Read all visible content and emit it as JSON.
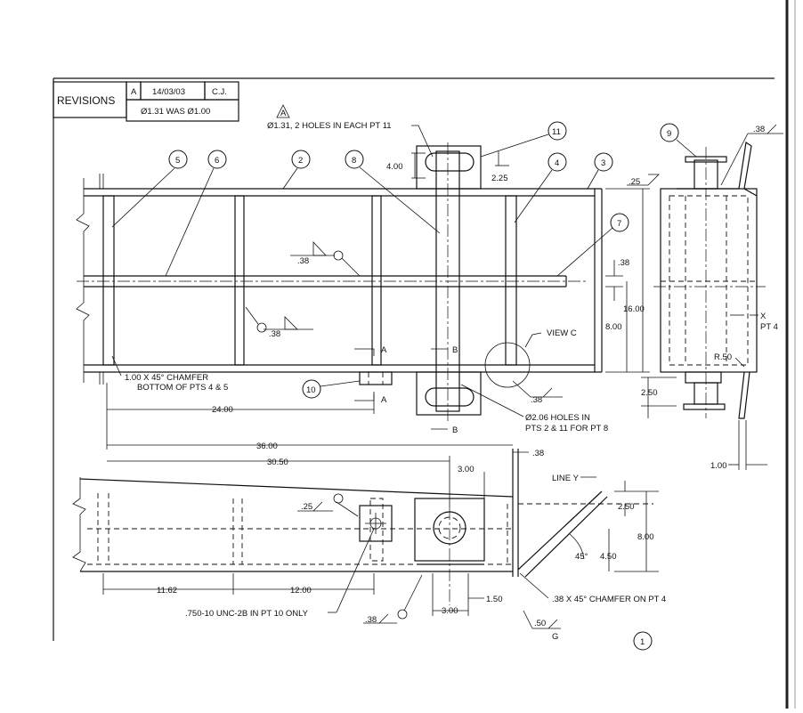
{
  "revisions": {
    "title": "REVISIONS",
    "letter": "A",
    "date": "14/03/03",
    "initials": "C.J.",
    "description": "Ø1.31 WAS Ø1.00"
  },
  "notes": {
    "rev_flag": "A",
    "holes_note": "Ø1.31, 2 HOLES IN EACH PT 11",
    "chamfer_note_1": "1.00 X 45° CHAMFER",
    "chamfer_note_2": "BOTTOM OF PTS  4 & 5",
    "holes206_1": "Ø2.06 HOLES IN",
    "holes206_2": "PTS 2 & 11 FOR PT 8",
    "view_c": "VIEW C",
    "thread": ".750-10 UNC-2B IN PT 10 ONLY",
    "chamfer_pt4": ".38 X 45° CHAMFER ON PT 4",
    "line_y": "LINE Y",
    "x_pt4_1": "X",
    "x_pt4_2": "PT 4",
    "radius": "R.50",
    "section_a": "A",
    "section_b": "B",
    "g_label": "G",
    "sheet_no": "1"
  },
  "balloons": [
    "5",
    "6",
    "2",
    "8",
    "11",
    "4",
    "3",
    "7",
    "9",
    "10"
  ],
  "dims": {
    "d400": "4.00",
    "d225": "2.25",
    "d038a": ".38",
    "d1600": "16.00",
    "d800a": "8.00",
    "d250a": "2.50",
    "d2400": "24.00",
    "d3600": "36.00",
    "d3050": "30.50",
    "d300a": "3.00",
    "d038b": ".38",
    "d100": "1.00",
    "d250b": "2.50",
    "d800b": "8.00",
    "d450": "4.50",
    "d45": "45°",
    "d1162": "11.62",
    "d1200": "12.00",
    "d300b": "3.00",
    "d150": "1.50"
  },
  "welds": {
    "w1": ".38",
    "w2": ".38",
    "w3": ".38",
    "w4": ".25",
    "w5": ".38",
    "w6": ".25",
    "w7": ".38",
    "w8": ".50"
  }
}
